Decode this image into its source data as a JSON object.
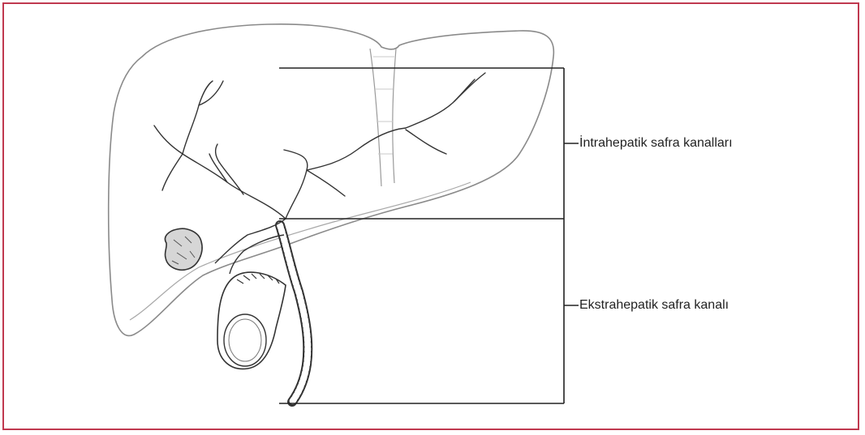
{
  "labels": {
    "intrahepatic": "İntrahepatik safra kanalları",
    "extrahepatic": "Ekstrahepatik safra kanalı"
  },
  "colors": {
    "frame": "#c0394f",
    "line": "#222222",
    "outline": "#9a9a9a"
  },
  "figure": {
    "subject": "liver-with-bile-ducts",
    "parts": [
      "liver",
      "gallbladder",
      "gallstone",
      "intrahepatic-bile-ducts",
      "extrahepatic-bile-duct"
    ]
  }
}
